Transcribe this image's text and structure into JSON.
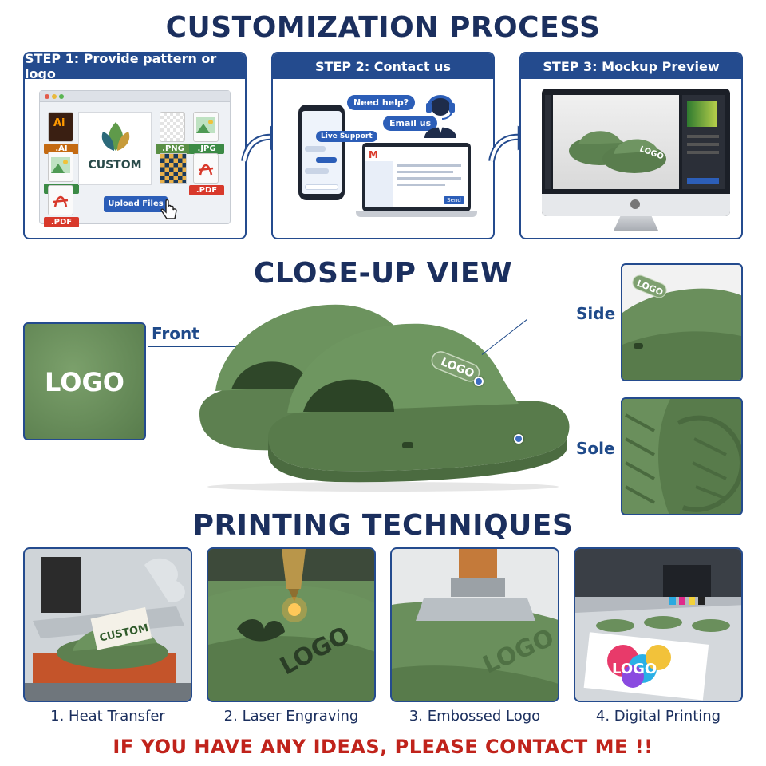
{
  "titles": {
    "process": "CUSTOMIZATION PROCESS",
    "closeup": "CLOSE-UP VIEW",
    "printing": "PRINTING TECHNIQUES"
  },
  "steps": [
    {
      "label": "STEP 1: Provide pattern or logo"
    },
    {
      "label": "STEP 2: Contact us"
    },
    {
      "label": "STEP 3: Mockup Preview"
    }
  ],
  "step1": {
    "logo_text": "CUSTOM",
    "upload_button": "Upload Files",
    "file_types": [
      ".AI",
      ".JPG",
      ".PDF",
      ".PNG",
      ".JPG",
      ".PDF"
    ],
    "ai_mark": "Ai"
  },
  "step2": {
    "bubbles": [
      "Need help?",
      "Email us",
      "Live Support"
    ],
    "send_label": "Send"
  },
  "step3": {
    "shoe_logo": "LOGO"
  },
  "closeup": {
    "front_label": "Front",
    "side_label": "Side",
    "sole_label": "Sole",
    "front_logo": "LOGO",
    "shoe_logo": "LOGO",
    "side_logo": "LOGO"
  },
  "techniques": [
    {
      "label": "1. Heat Transfer",
      "print": "CUSTOM"
    },
    {
      "label": "2. Laser Engraving",
      "print": "LOGO"
    },
    {
      "label": "3. Embossed Logo",
      "print": "LOGO"
    },
    {
      "label": "4. Digital Printing",
      "print": "LOGO"
    }
  ],
  "footer": "IF YOU HAVE ANY IDEAS, PLEASE CONTACT ME !!",
  "colors": {
    "navy": "#1b2f5e",
    "blue": "#244b8e",
    "shoe_green": "#6a8f5c",
    "footer_red": "#c0231b"
  }
}
